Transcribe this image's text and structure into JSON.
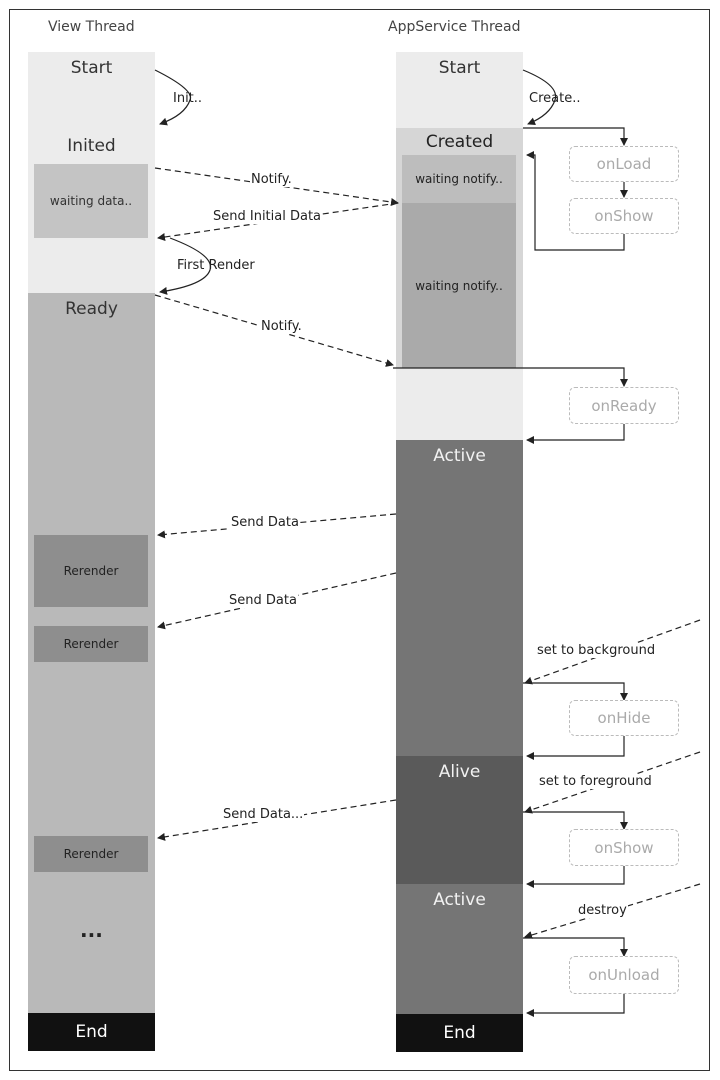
{
  "headers": {
    "view": "View Thread",
    "appservice": "AppService Thread"
  },
  "view_thread": {
    "start": "Start",
    "inited": "Inited",
    "waiting_data": "waiting data..",
    "ready": "Ready",
    "rerender_1": "Rerender",
    "rerender_2": "Rerender",
    "rerender_3": "Rerender",
    "ellipsis": "...",
    "end": "End"
  },
  "appservice_thread": {
    "start": "Start",
    "created": "Created",
    "waiting_notify_1": "waiting notify..",
    "waiting_notify_2": "waiting notify..",
    "active_1": "Active",
    "alive": "Alive",
    "active_2": "Active",
    "end": "End"
  },
  "callbacks": {
    "onload": "onLoad",
    "onshow_1": "onShow",
    "onready": "onReady",
    "onhide": "onHide",
    "onshow_2": "onShow",
    "onunload": "onUnload"
  },
  "messages": {
    "init": "Init..",
    "create": "Create..",
    "notify_1": "Notify.",
    "send_initial_data": "Send Initial Data",
    "first_render": "First Render",
    "notify_2": "Notify.",
    "send_data_1": "Send Data",
    "send_data_2": "Send Data",
    "send_data_3": "Send Data...",
    "set_to_background": "set to background",
    "set_to_foreground": "set to foreground",
    "destroy": "destroy"
  },
  "colors": {
    "light": "#ececec",
    "mid": "#c4c4c4",
    "ready": "#b9b9b9",
    "rerender": "#8e8e8e",
    "waiting_notify_1": "#bdbdbd",
    "waiting_notify_2": "#aaaaaa",
    "active": "#757575",
    "alive": "#5a5a5a",
    "end": "#111111"
  }
}
